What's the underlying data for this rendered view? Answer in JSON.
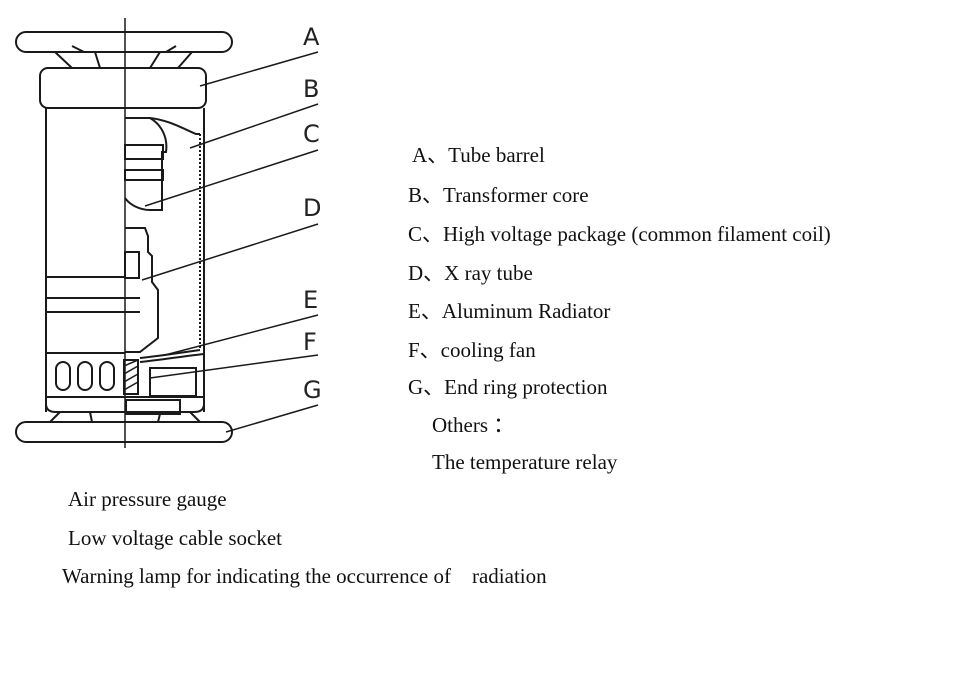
{
  "callouts": [
    "A",
    "B",
    "C",
    "D",
    "E",
    "F",
    "G"
  ],
  "legend": [
    "A、Tube barrel",
    "B、Transformer core",
    "C、High voltage package (common filament coil)",
    "D、X ray tube",
    "E、Aluminum Radiator",
    "F、cooling fan",
    "G、End ring protection"
  ],
  "others_heading": "Others ：",
  "others": [
    "The temperature relay",
    "Air pressure gauge",
    "Low voltage cable socket",
    "Warning lamp for indicating the occurrence of    radiation"
  ]
}
